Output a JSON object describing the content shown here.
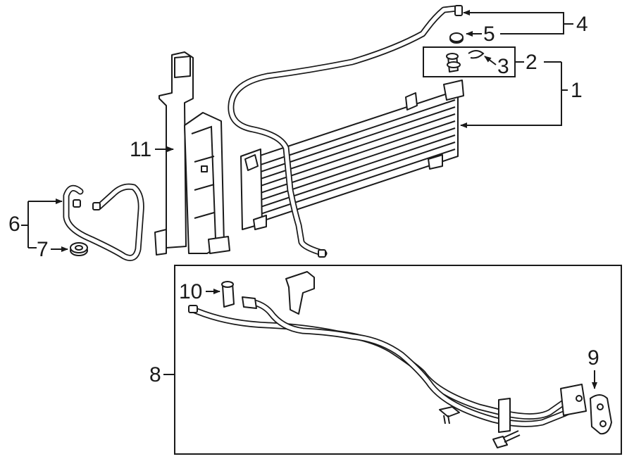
{
  "colors": {
    "ink": "#1a1a1a",
    "paper": "#ffffff"
  },
  "callouts": {
    "c1": "1",
    "c2": "2",
    "c3": "3",
    "c4": "4",
    "c5": "5",
    "c6": "6",
    "c7": "7",
    "c8": "8",
    "c9": "9",
    "c10": "10",
    "c11": "11"
  }
}
